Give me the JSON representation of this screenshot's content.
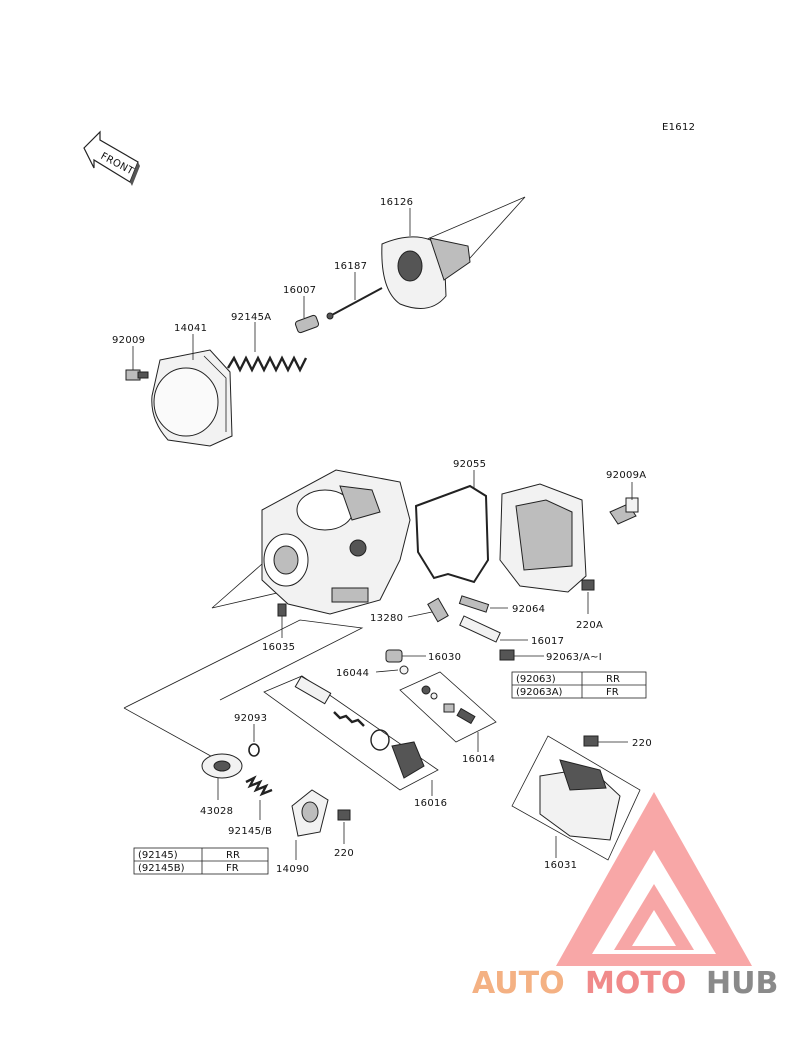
{
  "diagram_id": "E1612",
  "front_label": "FRONT",
  "callouts": [
    {
      "id": "16126",
      "text": "16126"
    },
    {
      "id": "16187",
      "text": "16187"
    },
    {
      "id": "16007",
      "text": "16007"
    },
    {
      "id": "92145A",
      "text": "92145A"
    },
    {
      "id": "14041",
      "text": "14041"
    },
    {
      "id": "92009",
      "text": "92009"
    },
    {
      "id": "92055",
      "text": "92055"
    },
    {
      "id": "92009A",
      "text": "92009A"
    },
    {
      "id": "92064",
      "text": "92064"
    },
    {
      "id": "13280",
      "text": "13280"
    },
    {
      "id": "220A",
      "text": "220A"
    },
    {
      "id": "16017",
      "text": "16017"
    },
    {
      "id": "16035",
      "text": "16035"
    },
    {
      "id": "16030",
      "text": "16030"
    },
    {
      "id": "92063",
      "text": "92063/A~I"
    },
    {
      "id": "16044",
      "text": "16044"
    },
    {
      "id": "92093",
      "text": "92093"
    },
    {
      "id": "16014",
      "text": "16014"
    },
    {
      "id": "220-top",
      "text": "220"
    },
    {
      "id": "43028",
      "text": "43028"
    },
    {
      "id": "16016",
      "text": "16016"
    },
    {
      "id": "92145B",
      "text": "92145/B"
    },
    {
      "id": "220-bottom",
      "text": "220"
    },
    {
      "id": "14090",
      "text": "14090"
    },
    {
      "id": "16031",
      "text": "16031"
    }
  ],
  "table_92063": {
    "rows": [
      {
        "part": "(92063)",
        "pos": "RR"
      },
      {
        "part": "(92063A)",
        "pos": "FR"
      }
    ]
  },
  "table_92145": {
    "rows": [
      {
        "part": "(92145)",
        "pos": "RR"
      },
      {
        "part": "(92145B)",
        "pos": "FR"
      }
    ]
  },
  "watermark": {
    "part1": "AUTO",
    "part2": "MOTO",
    "part3": "HUB",
    "colors": {
      "auto": "#f4b183",
      "moto": "#f08a8a",
      "hub": "#8a8a8a",
      "logo": "#f26b6b"
    }
  }
}
